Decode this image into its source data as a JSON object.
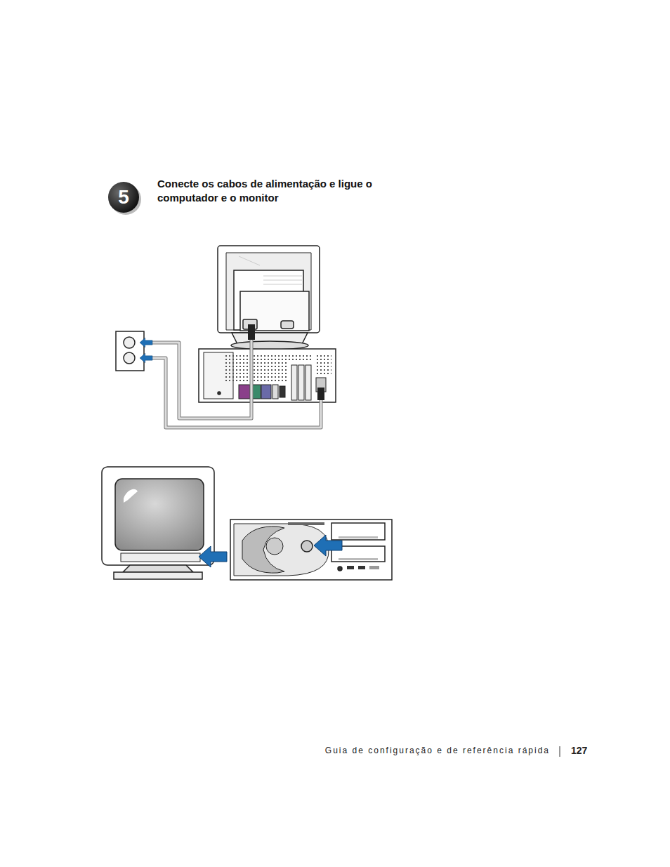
{
  "diagram": {
    "title": "Conecte os cabos de alimentação e ligue o computador e o monitor",
    "nodes": [
      {
        "text": [
          "5"
        ]
      }
    ],
    "labels": [
      "Guia de configuração e de referência rápida",
      "127"
    ]
  }
}
